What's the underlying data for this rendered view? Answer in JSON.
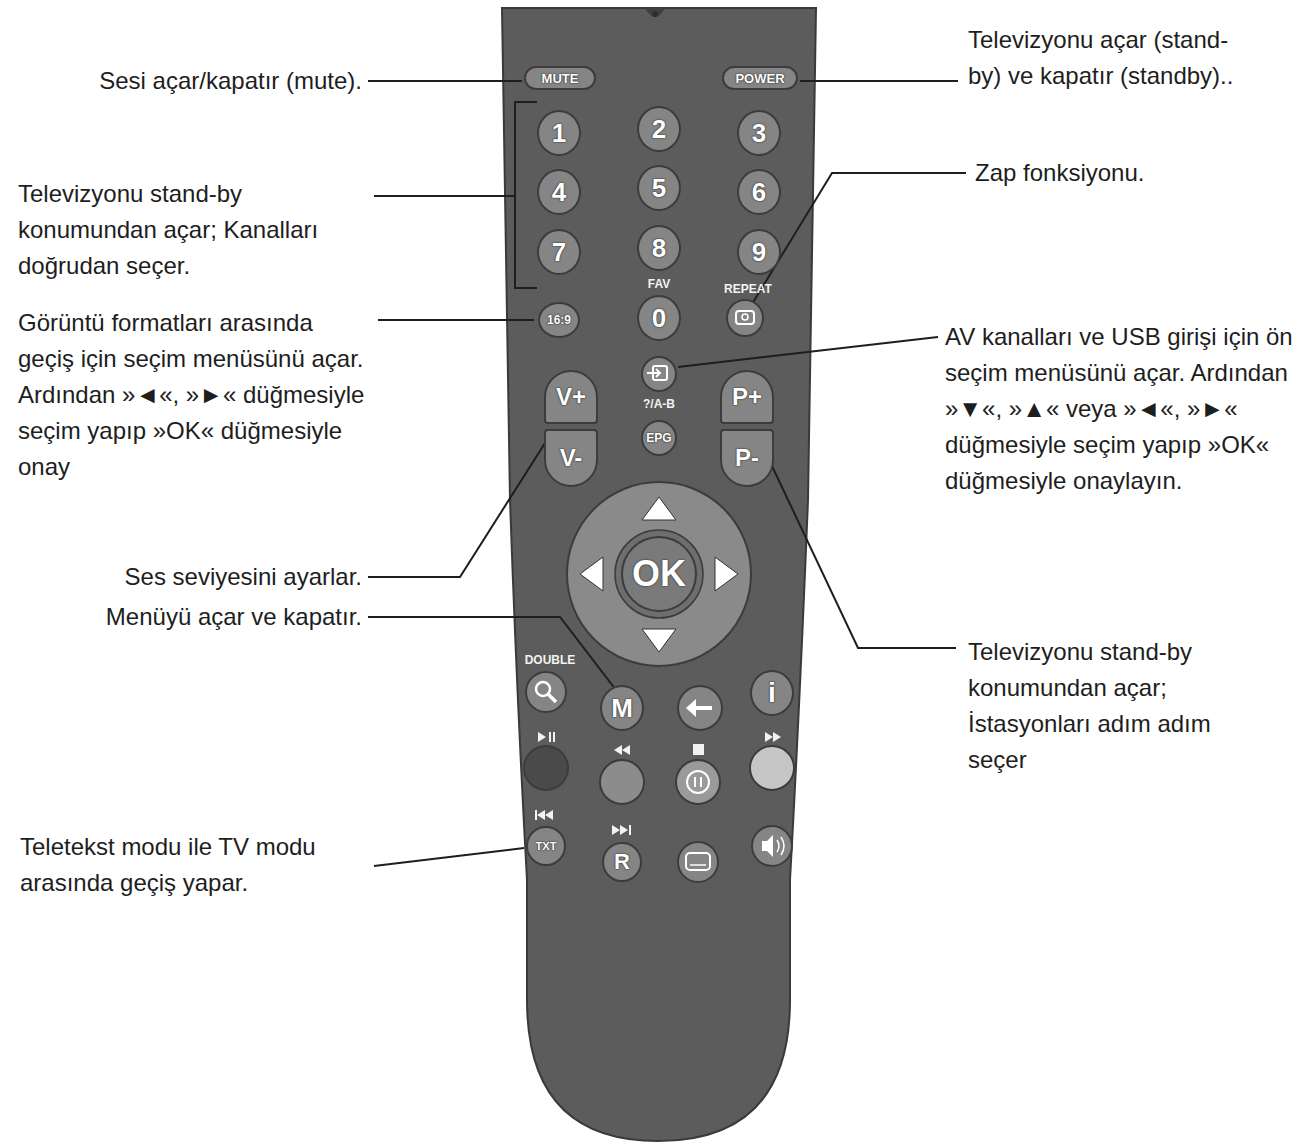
{
  "diagram": {
    "nodes": [
      {
        "text": [
          "MUTE"
        ]
      },
      {
        "text": [
          "POWER"
        ]
      },
      {
        "text": [
          "1"
        ]
      },
      {
        "text": [
          "2"
        ]
      },
      {
        "text": [
          "3"
        ]
      },
      {
        "text": [
          "4"
        ]
      },
      {
        "text": [
          "5"
        ]
      },
      {
        "text": [
          "6"
        ]
      },
      {
        "text": [
          "7"
        ]
      },
      {
        "text": [
          "8"
        ]
      },
      {
        "text": [
          "9"
        ]
      },
      {
        "text": [
          "16:9"
        ]
      },
      {
        "text": [
          "0"
        ]
      },
      {
        "text": [
          "V+"
        ]
      },
      {
        "text": [
          "P+"
        ]
      },
      {
        "text": [
          "EPG"
        ]
      },
      {
        "text": [
          "V-"
        ]
      },
      {
        "text": [
          "P-"
        ]
      },
      {
        "text": [
          "OK"
        ]
      },
      {
        "text": [
          "M"
        ]
      },
      {
        "text": [
          "i"
        ]
      },
      {
        "text": [
          "TXT"
        ]
      },
      {
        "text": [
          "R"
        ]
      }
    ],
    "labels": [
      "Sesi açar/kapatır (mute).",
      "Televizyonu açar (stand-by) ve kapatır (standby)..",
      "Televizyonu stand-by konumundan açar; Kanalları doğrudan seçer.",
      "Zap fonksiyonu.",
      "FAV",
      "REPEAT",
      "Görüntü formatları arasında geçiş için seçim menüsünü açar. Ardından »◄«, »►« düğmesiyle seçim yapıp »OK« düğmesiyle onay",
      "AV kanalları ve USB girişi için ön seçim menüsünü açar. Ardından »▼«, »▲« veya »◄«, »►« düğmesiyle seçim yapıp »OK« düğmesiyle onaylayın.",
      "?/A-B",
      "Ses seviyesini ayarlar.",
      "Menüyü açar ve kapatır.",
      "Televizyonu stand-by konumundan açar; İstasyonları adım adım seçer",
      "DOUBLE",
      "Teletekst modu ile TV modu arasında geçiş yapar."
    ]
  }
}
